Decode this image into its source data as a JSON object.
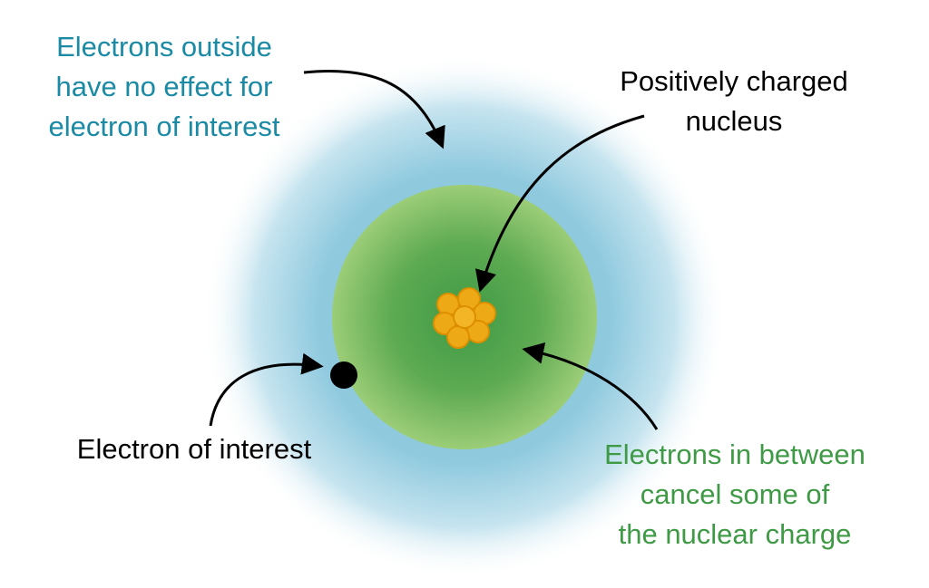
{
  "colors": {
    "outer_cloud": "#8ec9de",
    "inner_cloud_edge": "#9ccd77",
    "inner_cloud_center": "#3f9a45",
    "nucleus": "#eea916",
    "nucleus_edge": "#dd8f00",
    "electron": "#000000",
    "arrow": "#000000",
    "outside_text": "#1a8aa5",
    "between_text": "#3f9a45",
    "black_text": "#000000"
  },
  "labels": {
    "outside": [
      "Electrons outside",
      "have no effect for",
      "electron of interest"
    ],
    "nucleus": [
      "Positively charged",
      "nucleus"
    ],
    "interest": [
      "Electron of interest"
    ],
    "between": [
      "Electrons in between",
      "cancel some of",
      "the nuclear charge"
    ]
  }
}
